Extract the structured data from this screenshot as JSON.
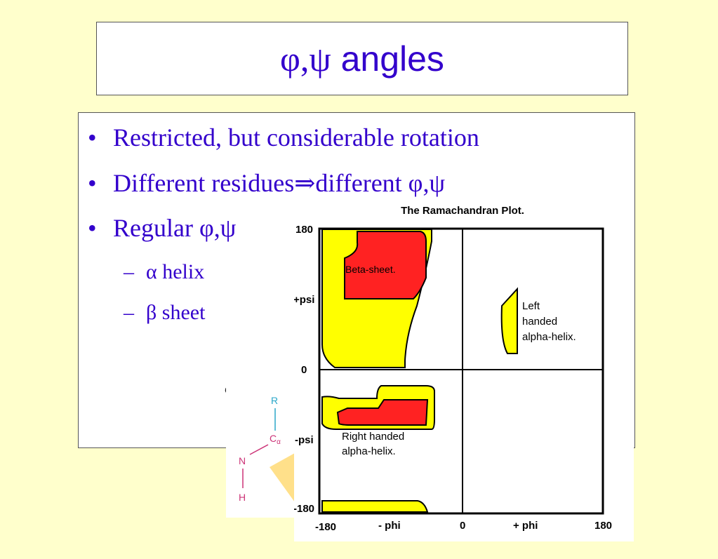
{
  "slide": {
    "title_symbols": "φ,ψ",
    "title_text": " angles"
  },
  "bullets": {
    "bullet_char": "•",
    "dash_char": "–",
    "items": [
      {
        "text": "Restricted, but considerable  rotation"
      },
      {
        "text": "Different residues⇒different φ,ψ"
      },
      {
        "text": "Regular φ,ψ"
      }
    ],
    "subitems": [
      {
        "text": "α helix"
      },
      {
        "text": "β sheet"
      }
    ]
  },
  "peptide_fragment": {
    "label_c": "C)",
    "label_r": "R",
    "label_ca": "C",
    "label_ca_sub": "α",
    "label_n": "N",
    "label_h": "H"
  },
  "ramachandran": {
    "title": "The Ramachandran Plot.",
    "y_ticks": {
      "top": "180",
      "zero": "0",
      "bottom": "-180"
    },
    "y_labels": {
      "pos": "+psi",
      "neg": "-psi"
    },
    "x_ticks": {
      "left": "-180",
      "zero": "0",
      "right": "180"
    },
    "x_labels": {
      "neg": "- phi",
      "pos": "+ phi"
    },
    "region_labels": {
      "beta": "Beta-sheet.",
      "left_helix": [
        "Left",
        "handed",
        "alpha-helix."
      ],
      "right_helix": [
        "Right handed",
        "alpha-helix."
      ]
    },
    "colors": {
      "core": "#ff2222",
      "allowed": "#ffff00",
      "outline": "#000000"
    }
  },
  "colors": {
    "background": "#ffffcc",
    "text": "#3300cc"
  }
}
